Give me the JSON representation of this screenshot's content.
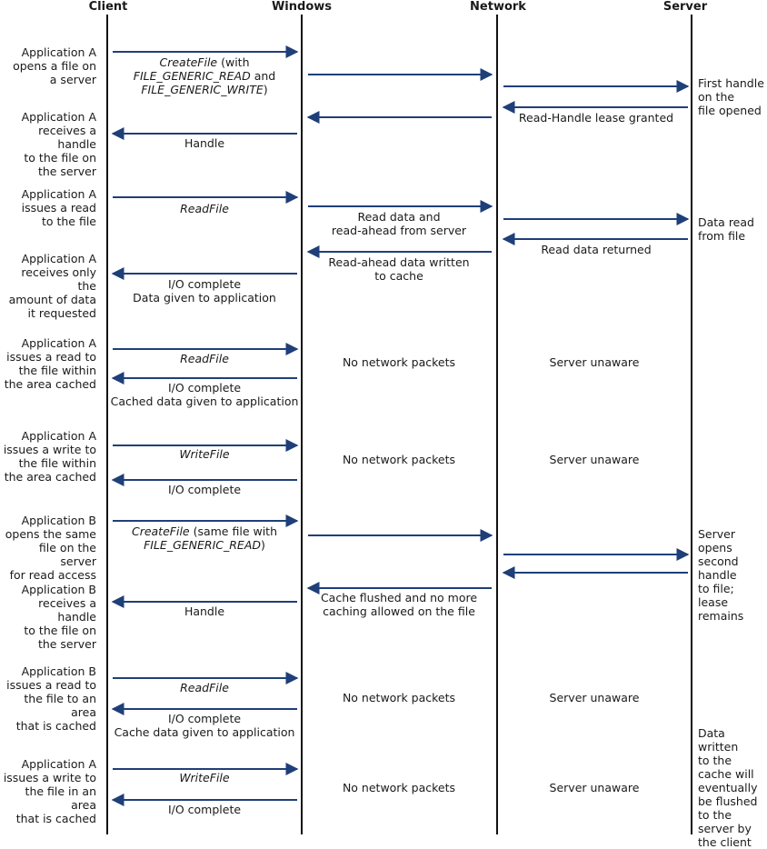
{
  "headers": {
    "client": "Client",
    "windows": "Windows",
    "network": "Network",
    "server": "Server"
  },
  "colors": {
    "arrow": "#1f3f78",
    "lane": "#111111"
  },
  "steps": {
    "s1": {
      "client": [
        "Application A",
        "opens a file on",
        "a server"
      ],
      "call_name": "CreateFile",
      "call_rest": " (with",
      "call_l2": "FILE_GENERIC_READ",
      "call_l2_rest": " and",
      "call_l3": "FILE_GENERIC_WRITE",
      "call_l3_rest": ")",
      "server": [
        "First handle",
        "on the",
        "file opened"
      ],
      "net_back": "Read-Handle lease granted"
    },
    "s2": {
      "client": [
        "Application A",
        "receives a handle",
        "to the file on",
        "the server"
      ],
      "win": "Handle"
    },
    "s3": {
      "client": [
        "Application A",
        "issues a read",
        "to the file"
      ],
      "win": "ReadFile",
      "net": [
        "Read data and",
        "read-ahead from server"
      ],
      "server": [
        "Data read",
        "from file"
      ],
      "net_back": "Read data returned"
    },
    "s4": {
      "client": [
        "Application A",
        "receives only the",
        "amount of data",
        "it requested"
      ],
      "win": [
        "I/O complete",
        "Data given to application"
      ],
      "net": [
        "Read-ahead data written",
        "to cache"
      ]
    },
    "s5": {
      "client": [
        "Application A",
        "issues a read to",
        "the file within",
        "the area cached"
      ],
      "call": "ReadFile",
      "win": [
        "I/O complete",
        "Cached data given to application"
      ],
      "net": "No network packets",
      "server": "Server unaware"
    },
    "s6": {
      "client": [
        "Application A",
        "issues a write to",
        "the file within",
        "the area cached"
      ],
      "call": "WriteFile",
      "win": "I/O complete",
      "net": "No network packets",
      "server": "Server unaware"
    },
    "s7": {
      "client": [
        "Application B",
        "opens the same",
        "file on the server",
        "for read access"
      ],
      "call_name": "CreateFile",
      "call_rest": " (same file with",
      "call_l2": "FILE_GENERIC_READ",
      "call_l2_rest": ")",
      "server": [
        "Server",
        "opens",
        "second",
        "handle",
        "to file; lease",
        "remains"
      ]
    },
    "s8": {
      "client": [
        "Application B",
        "receives a handle",
        "to the file on",
        "the server"
      ],
      "win": "Handle",
      "net": [
        "Cache flushed and no more",
        "caching allowed on the file"
      ]
    },
    "s9": {
      "client": [
        "Application B",
        "issues a read to",
        "the file to an area",
        "that is cached"
      ],
      "call": "ReadFile",
      "win": [
        "I/O complete",
        "Cache data given to application"
      ],
      "net": "No network packets",
      "server": "Server unaware"
    },
    "s10": {
      "client": [
        "Application A",
        "issues a write to",
        "the file in an area",
        "that is cached"
      ],
      "call": "WriteFile",
      "win": "I/O complete",
      "net": "No network packets",
      "server": "Server unaware",
      "server_note": [
        "Data written",
        "to the",
        "cache will",
        "eventually",
        "be flushed",
        "to the",
        "server by",
        "the client"
      ]
    }
  }
}
